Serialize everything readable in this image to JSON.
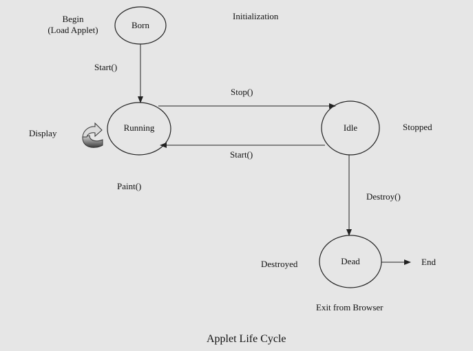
{
  "diagram": {
    "caption": "Applet Life Cycle",
    "states": {
      "born": "Born",
      "running": "Running",
      "idle": "Idle",
      "dead": "Dead"
    },
    "labels": {
      "begin_line1": "Begin",
      "begin_line2": "(Load Applet)",
      "initialization": "Initialization",
      "start_born": "Start()",
      "stop": "Stop()",
      "start_idle": "Start()",
      "display": "Display",
      "stopped": "Stopped",
      "paint": "Paint()",
      "destroy": "Destroy()",
      "destroyed": "Destroyed",
      "end": "End",
      "exit_from_browser": "Exit from Browser"
    },
    "icons": {
      "display_icon": "curved-arrow-icon"
    }
  }
}
